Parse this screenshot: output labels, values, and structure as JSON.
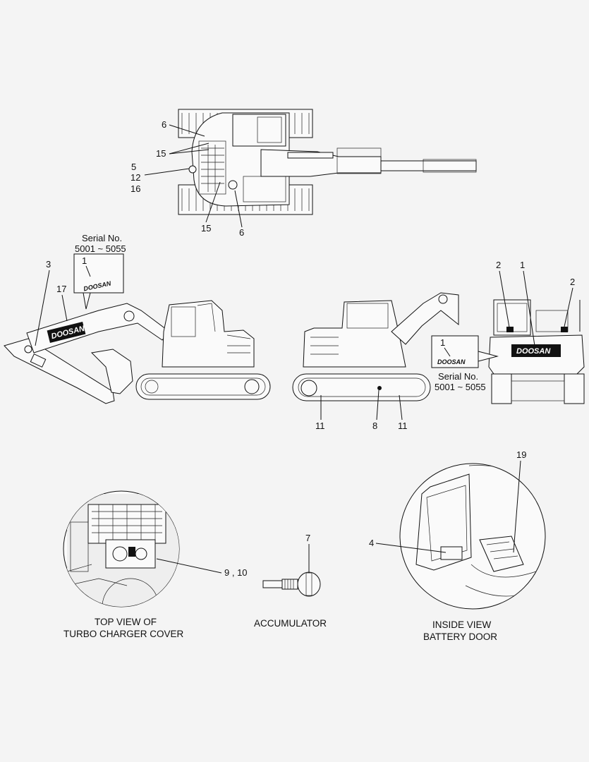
{
  "top_view": {
    "callouts": [
      "6",
      "15",
      "5",
      "12",
      "16",
      "15",
      "6"
    ]
  },
  "side_left": {
    "serial_title": "Serial No.",
    "serial_range": "5001 ~ 5055",
    "inset_callout": "1",
    "inset_logo": "DOOSAN",
    "boom_logo": "DOOSAN",
    "callouts": [
      "3",
      "17"
    ]
  },
  "side_right": {
    "callouts": [
      "11",
      "8",
      "11"
    ]
  },
  "rear_view": {
    "callouts": [
      "2",
      "1",
      "2"
    ],
    "rear_logo": "DOOSAN",
    "inset_callout": "1",
    "inset_logo": "DOOSAN",
    "serial_title": "Serial No.",
    "serial_range": "5001 ~ 5055"
  },
  "turbo": {
    "callout": "9 , 10",
    "caption_line1": "TOP VIEW OF",
    "caption_line2": "TURBO CHARGER COVER"
  },
  "accumulator": {
    "callout": "7",
    "caption": "ACCUMULATOR"
  },
  "battery": {
    "callouts": [
      "19",
      "4"
    ],
    "caption_line1": "INSIDE VIEW",
    "caption_line2": "BATTERY DOOR"
  }
}
